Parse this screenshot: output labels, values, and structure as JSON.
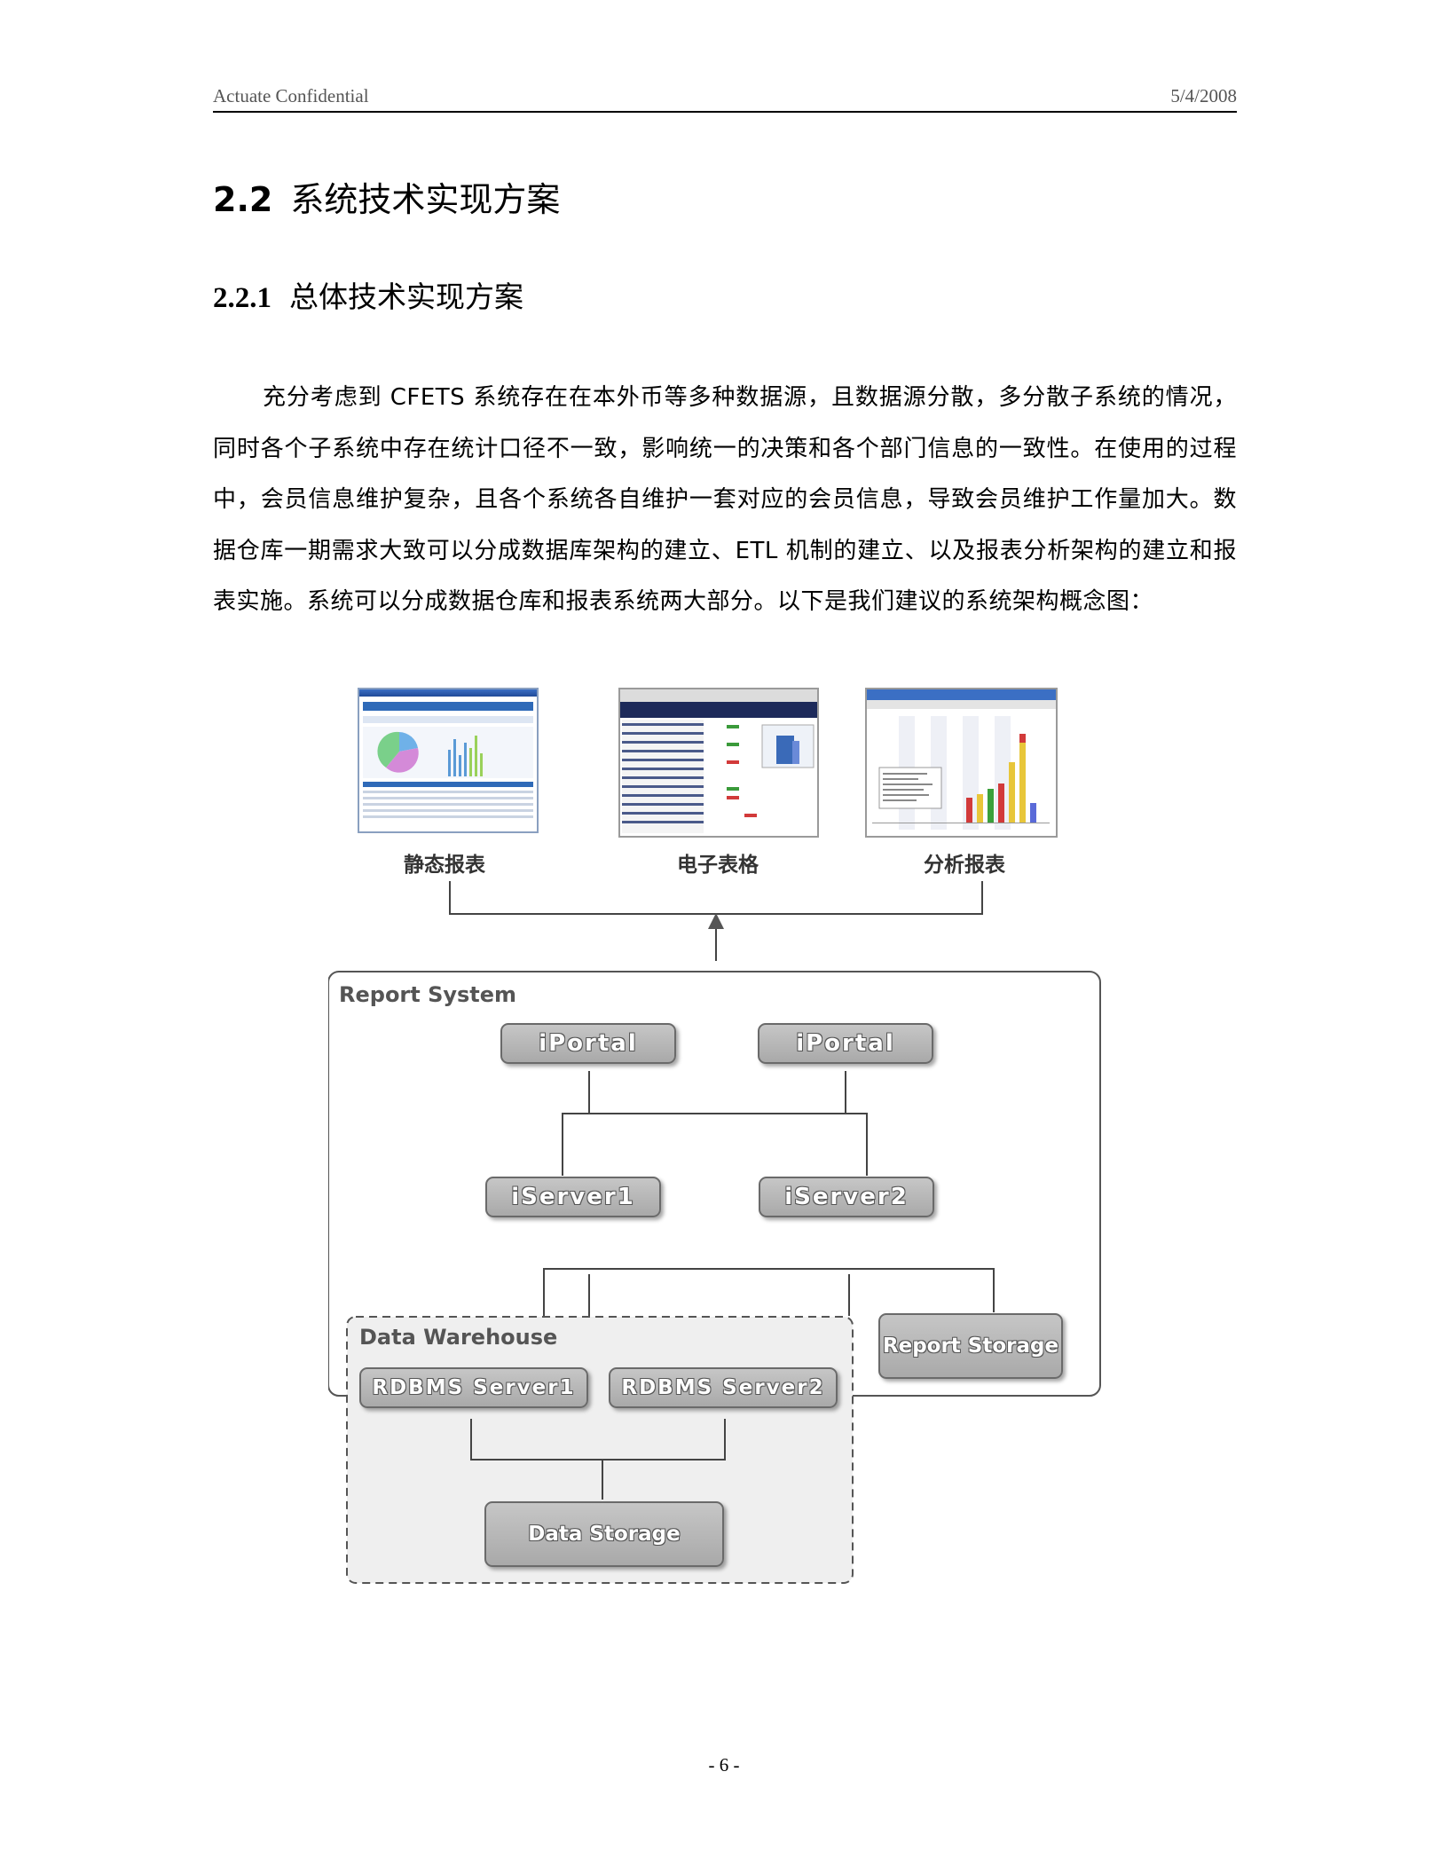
{
  "header": {
    "left": "Actuate Confidential",
    "right": "5/4/2008"
  },
  "section": {
    "number": "2.2",
    "title": "系统技术实现方案"
  },
  "subsection": {
    "number": "2.2.1",
    "title": "总体技术实现方案"
  },
  "paragraph": "充分考虑到 CFETS 系统存在在本外币等多种数据源，且数据源分散，多分散子系统的情况，同时各个子系统中存在统计口径不一致，影响统一的决策和各个部门信息的一致性。在使用的过程中，会员信息维护复杂，且各个系统各自维护一套对应的会员信息，导致会员维护工作量加大。数据仓库一期需求大致可以分成数据库架构的建立、ETL 机制的建立、以及报表分析架构的建立和报表实施。系统可以分成数据仓库和报表系统两大部分。以下是我们建议的系统架构概念图：",
  "figure": {
    "outputs": [
      "静态报表",
      "电子表格",
      "分析报表"
    ],
    "report_system": {
      "label": "Report System",
      "portals": [
        "iPortal",
        "iPortal"
      ],
      "servers": [
        "iServer1",
        "iServer2"
      ],
      "storage": "Report Storage"
    },
    "data_warehouse": {
      "label": "Data Warehouse",
      "servers": [
        "RDBMS Server1",
        "RDBMS Server2"
      ],
      "storage": "Data Storage"
    }
  },
  "footer": {
    "page": "- 6 -"
  }
}
